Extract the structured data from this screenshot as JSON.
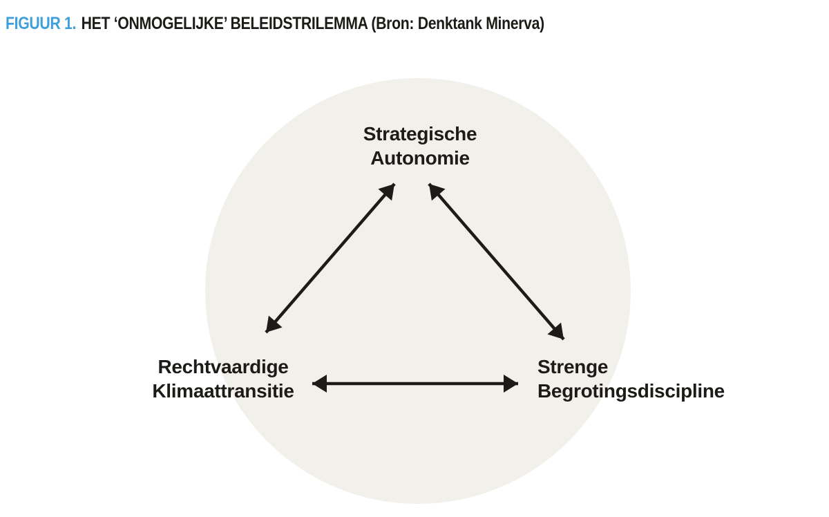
{
  "figure_header": {
    "label": "FIGUUR 1.",
    "title": "HET ‘ONMOGELIJKE’ BELEIDSTRILEMMA (Bron: Denktank Minerva)"
  },
  "trilemma": {
    "top_node": {
      "line1": "Strategische",
      "line2": "Autonomie"
    },
    "bottom_left_node": {
      "line1": "Rechtvaardige",
      "line2": "Klimaattransitie"
    },
    "bottom_right_node": {
      "line1": "Strenge",
      "line2": "Begrotingsdiscipline"
    }
  },
  "colors": {
    "accent_blue": "#3f9fdb",
    "ink": "#1d1b18",
    "circle_fill": "#f2f0eb",
    "page_background": "#ffffff"
  }
}
